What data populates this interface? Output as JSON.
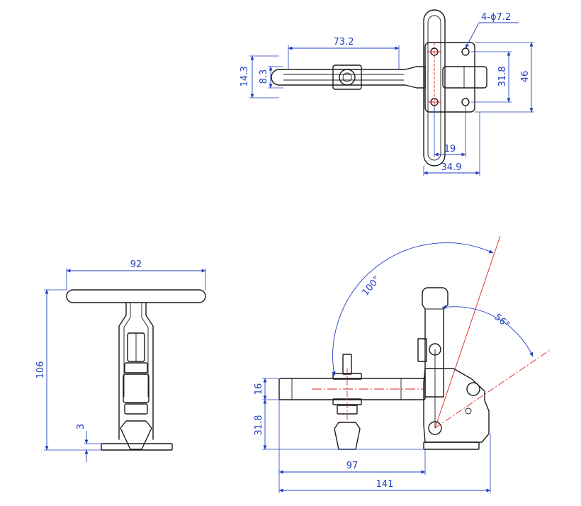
{
  "dimensions": {
    "top_view": {
      "handle_length": "73.2",
      "holes": "4-ϕ7.2",
      "width_outer": "14.3",
      "width_inner": "8.3",
      "hole_spacing_v": "31.8",
      "base_height": "46",
      "hole_spacing_h": "19",
      "base_width": "34.9"
    },
    "front_view": {
      "width": "92",
      "height": "106",
      "base_thickness": "3"
    },
    "side_view": {
      "arm_height": "16",
      "base_to_arm": "31.8",
      "reach": "97",
      "overall_length": "141",
      "open_angle": "100°",
      "handle_angle": "56°"
    }
  },
  "colors": {
    "outline": "#1a1a1a",
    "dimension": "#1f3fbf",
    "centerline": "#e02020"
  }
}
